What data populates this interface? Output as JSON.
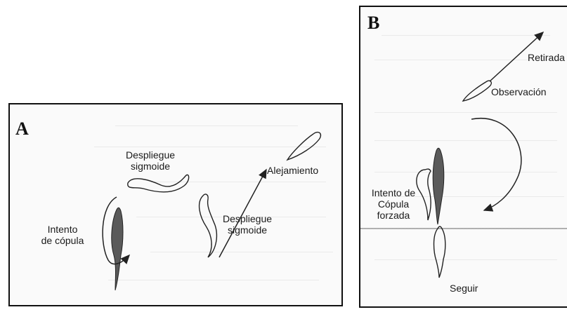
{
  "panel_a": {
    "letter": "A",
    "labels": {
      "despliegue_1_l1": "Despliegue",
      "despliegue_1_l2": "sigmoide",
      "despliegue_2_l1": "Despliegue",
      "despliegue_2_l2": "sigmoide",
      "intento_l1": "Intento",
      "intento_l2": "de cópula",
      "alejamiento": "Alejamiento"
    }
  },
  "panel_b": {
    "letter": "B",
    "labels": {
      "retirada": "Retirada",
      "observacion": "Observación",
      "intento_l1": "Intento de",
      "intento_l2": "Cópula",
      "intento_l3": "forzada",
      "seguir": "Seguir"
    }
  }
}
